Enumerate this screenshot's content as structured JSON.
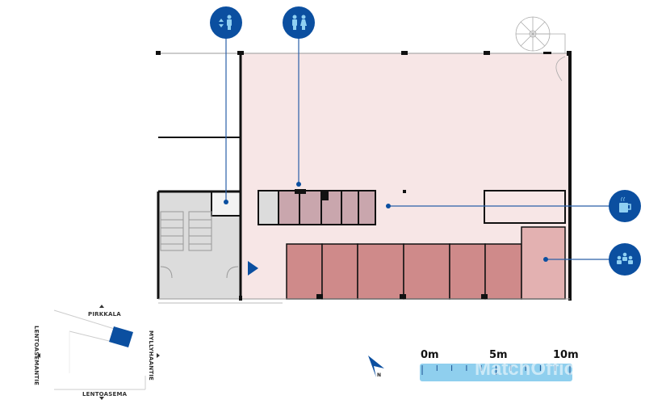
{
  "floorplan": {
    "colors": {
      "open_office": "#f7e6e6",
      "meeting_rooms": "#cf8a8a",
      "meeting_large": "#e3b1b1",
      "sanitary": "#c9a6ad",
      "service": "#dcdcdc",
      "wall": "#111111",
      "marker": "#0b4fa0",
      "marker_icon": "#8fd0f2",
      "leader": "#2a5fa8"
    },
    "markers": [
      {
        "name": "accessible-toilet",
        "icon": "accessible-wc-icon"
      },
      {
        "name": "toilets",
        "icon": "wc-icon"
      },
      {
        "name": "kitchen",
        "icon": "coffee-cup-icon"
      },
      {
        "name": "meeting-room",
        "icon": "people-group-icon"
      }
    ],
    "entrance_icon": "entrance-arrow-icon"
  },
  "location_map": {
    "north_label": "PIRKKALA",
    "south_label": "LENTOASEMA",
    "west_label": "LENTOASEMANTIE",
    "east_label": "MYLLYHAANTIE"
  },
  "compass": {
    "label": "N"
  },
  "scale_bar": {
    "labels": [
      "0m",
      "5m",
      "10m"
    ],
    "color": "#8fcfee"
  },
  "watermark": {
    "text": "MatchOffice"
  }
}
